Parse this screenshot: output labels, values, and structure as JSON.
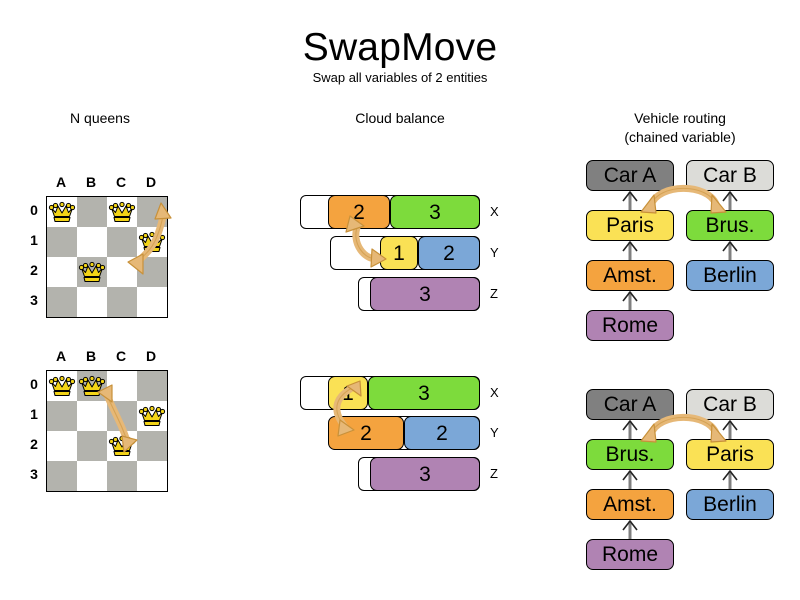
{
  "header": {
    "title": "SwapMove",
    "subtitle": "Swap all variables of 2 entities"
  },
  "colors": {
    "orange": "#f4a33f",
    "green": "#7ddb3c",
    "yellow": "#fae155",
    "blue": "#7ba7d7",
    "purple": "#b083b3",
    "grey_dark": "#808080",
    "grey_light": "#dcdcd8",
    "board_dark": "#b3b3ad",
    "board_light": "#ffffff",
    "arrow": "#e6b877",
    "arrow_stroke": "#c8913a",
    "queen": "#f3d417",
    "edge": "#808080"
  },
  "columns": {
    "nqueens": {
      "heading": "N queens"
    },
    "cloud": {
      "heading": "Cloud balance"
    },
    "vrp": {
      "heading_line1": "Vehicle routing",
      "heading_line2": "(chained variable)"
    }
  },
  "nqueens": {
    "files": [
      "A",
      "B",
      "C",
      "D"
    ],
    "ranks": [
      "0",
      "1",
      "2",
      "3"
    ],
    "before": {
      "queens": [
        {
          "file": "A",
          "rank": "0"
        },
        {
          "file": "C",
          "rank": "0"
        },
        {
          "file": "D",
          "rank": "1"
        },
        {
          "file": "B",
          "rank": "2"
        }
      ],
      "swap_arrow": {
        "from": "C0",
        "to": "B2"
      }
    },
    "after": {
      "queens": [
        {
          "file": "A",
          "rank": "0"
        },
        {
          "file": "B",
          "rank": "0"
        },
        {
          "file": "D",
          "rank": "1"
        },
        {
          "file": "C",
          "rank": "2"
        }
      ],
      "swap_arrow": {
        "from": "B0",
        "to": "C2"
      }
    }
  },
  "cloud": {
    "before": {
      "rows": [
        {
          "label": "X",
          "chips": [
            {
              "value": "2",
              "color": "orange"
            },
            {
              "value": "3",
              "color": "green"
            }
          ]
        },
        {
          "label": "Y",
          "chips": [
            {
              "value": "1",
              "color": "yellow"
            },
            {
              "value": "2",
              "color": "blue"
            }
          ]
        },
        {
          "label": "Z",
          "chips": [
            {
              "value": "3",
              "color": "purple"
            }
          ]
        }
      ],
      "swap_arrow": {
        "from": "Y.1",
        "to": "X.2"
      }
    },
    "after": {
      "rows": [
        {
          "label": "X",
          "chips": [
            {
              "value": "1",
              "color": "yellow"
            },
            {
              "value": "3",
              "color": "green"
            }
          ]
        },
        {
          "label": "Y",
          "chips": [
            {
              "value": "2",
              "color": "orange"
            },
            {
              "value": "2",
              "color": "blue"
            }
          ]
        },
        {
          "label": "Z",
          "chips": [
            {
              "value": "3",
              "color": "purple"
            }
          ]
        }
      ],
      "swap_arrow": {
        "from": "X.1",
        "to": "Y.2"
      }
    }
  },
  "vrp": {
    "before": {
      "carA": {
        "label": "Car A",
        "chain": [
          "Paris",
          "Amst.",
          "Rome"
        ]
      },
      "carB": {
        "label": "Car B",
        "chain": [
          "Brus.",
          "Berlin"
        ]
      },
      "swap_arrow": {
        "from": "Paris",
        "to": "Brus."
      }
    },
    "after": {
      "carA": {
        "label": "Car A",
        "chain": [
          "Brus.",
          "Amst.",
          "Rome"
        ]
      },
      "carB": {
        "label": "Car B",
        "chain": [
          "Paris",
          "Berlin"
        ]
      },
      "swap_arrow": {
        "from": "Brus.",
        "to": "Paris"
      }
    }
  }
}
